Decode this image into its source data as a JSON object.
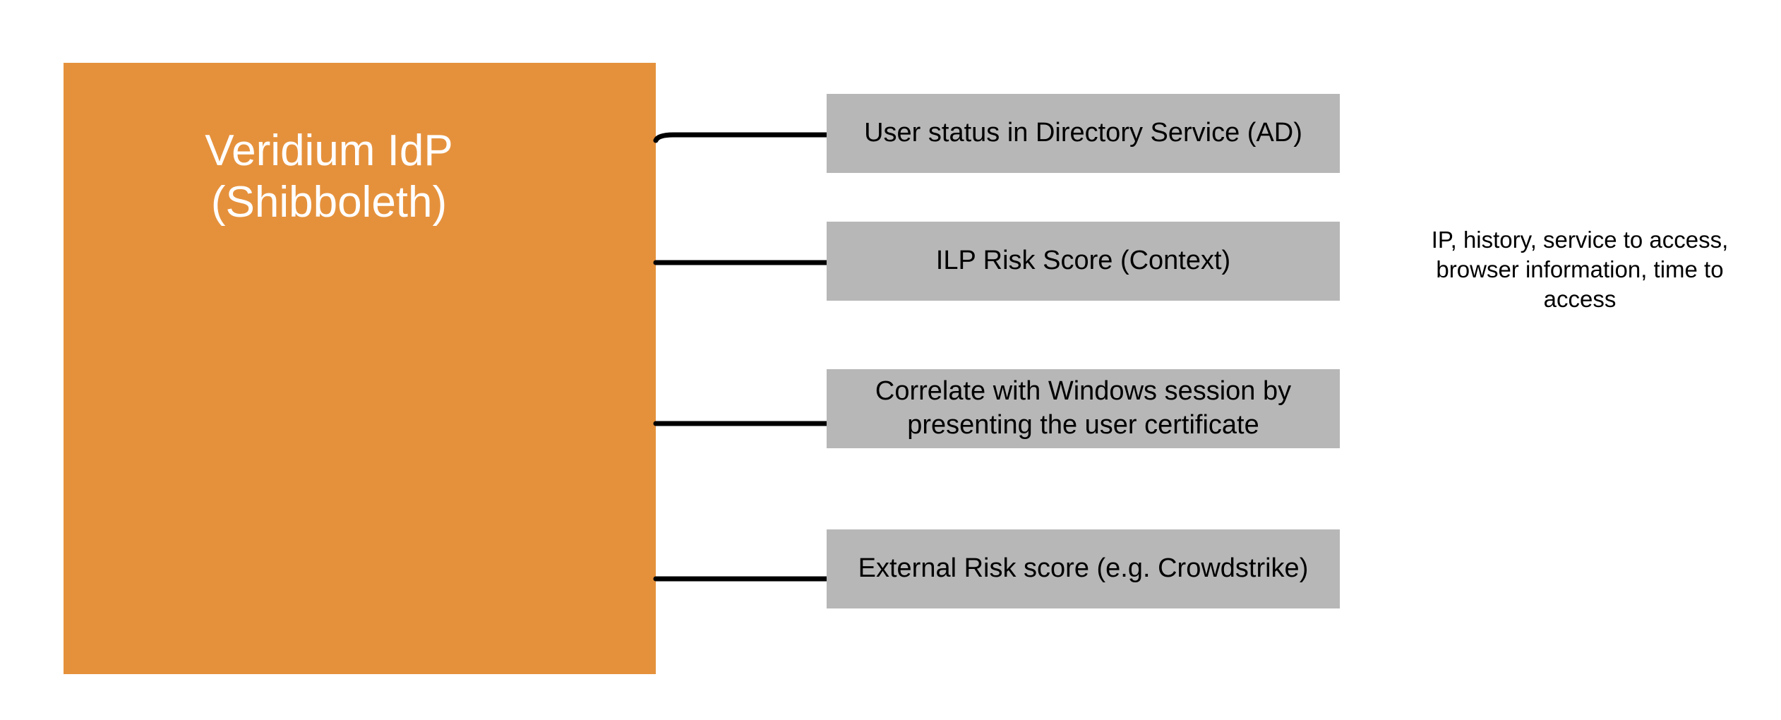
{
  "diagram": {
    "main_node": {
      "label": "Veridium IdP (Shibboleth)",
      "lines": [
        "Veridium IdP",
        "(Shibboleth)"
      ]
    },
    "items": [
      {
        "label": "User status in Directory Service (AD)"
      },
      {
        "label": "ILP Risk Score (Context)"
      },
      {
        "label": "Correlate with Windows session by presenting the user certificate"
      },
      {
        "label": "External Risk score (e.g. Crowdstrike)"
      }
    ],
    "annotation": "IP, history, service to access, browser information, time to access"
  },
  "colors": {
    "main_node_fill": "#e5913c",
    "main_node_text": "#ffffff",
    "item_fill": "#b7b7b7",
    "item_text": "#000000",
    "connector": "#000000",
    "background": "#ffffff"
  }
}
